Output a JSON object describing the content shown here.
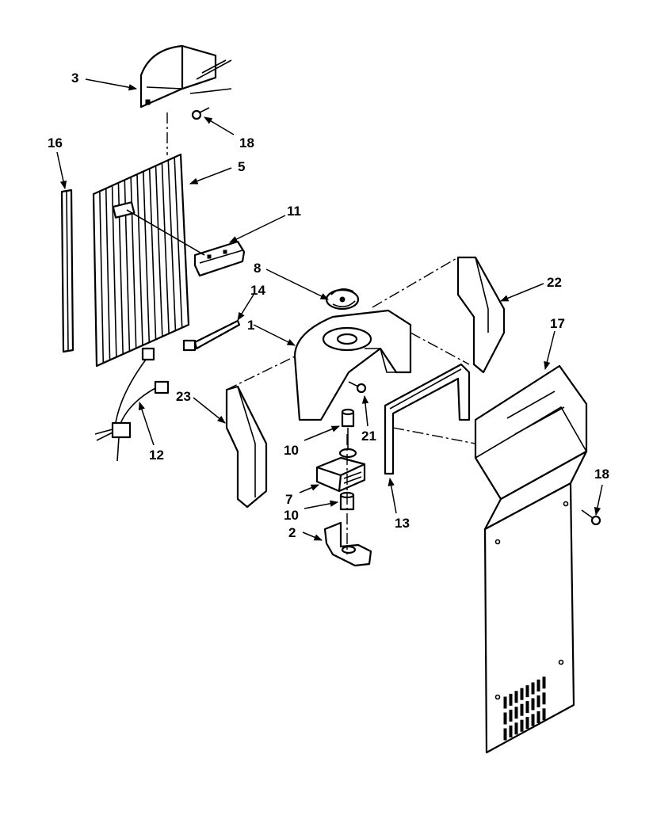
{
  "callouts": [
    "3",
    "18",
    "16",
    "5",
    "11",
    "8",
    "22",
    "14",
    "1",
    "17",
    "23",
    "12",
    "21",
    "10",
    "13",
    "7",
    "10",
    "2",
    "18"
  ]
}
